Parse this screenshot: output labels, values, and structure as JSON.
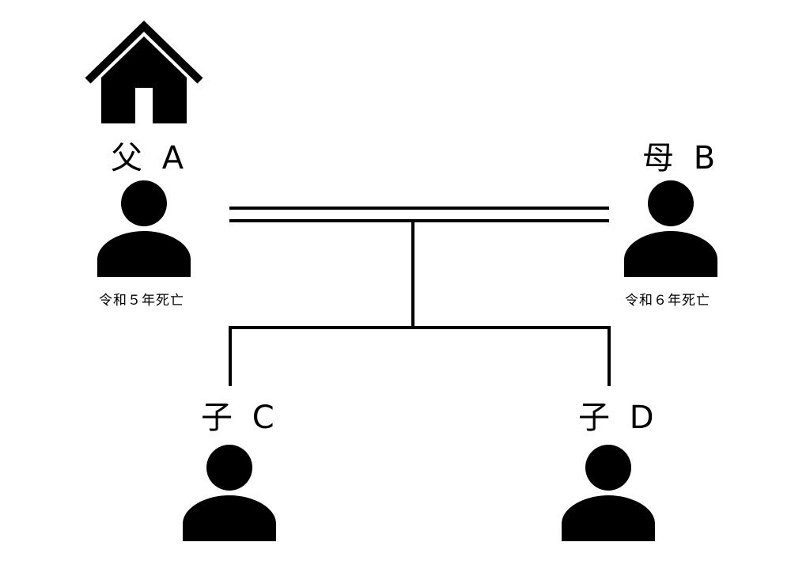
{
  "diagram": {
    "father": {
      "name": "父 A",
      "note": "令和５年死亡",
      "icon": "person-icon"
    },
    "mother": {
      "name": "母 B",
      "note": "令和６年死亡",
      "icon": "person-icon"
    },
    "child_c": {
      "name": "子 C",
      "icon": "person-icon"
    },
    "child_d": {
      "name": "子 D",
      "icon": "person-icon"
    },
    "house": {
      "icon": "house-icon"
    },
    "colors": {
      "foreground": "#000000",
      "background": "#ffffff"
    }
  }
}
